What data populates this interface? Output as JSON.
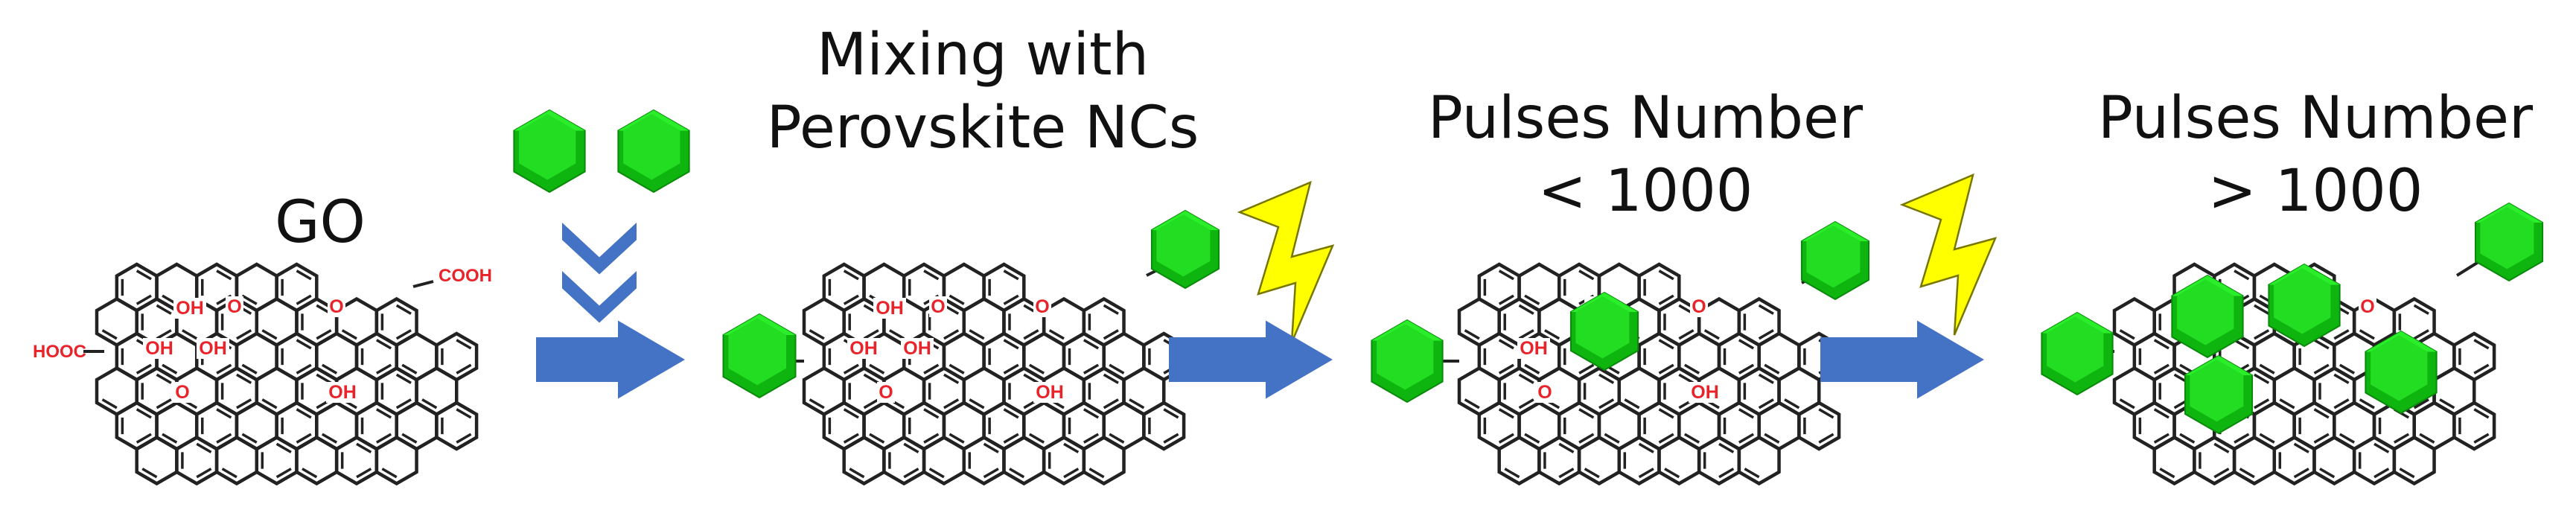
{
  "steps": [
    {
      "title_lines": [
        "GO"
      ]
    },
    {
      "title_lines": [
        "Mixing with",
        "Perovskite NCs"
      ]
    },
    {
      "title_lines": [
        "Pulses Number",
        "< 1000"
      ]
    },
    {
      "title_lines": [
        "Pulses Number",
        "> 1000"
      ]
    }
  ],
  "functional_groups": {
    "oh": "OH",
    "ether": "O",
    "cooh": "COOH",
    "hooc": "HOOC"
  },
  "colors": {
    "arrow": "#4472C4",
    "nanocrystal": "#22DD22",
    "lightning": "#FFFF00",
    "label": "#E8242A",
    "bond": "#222222"
  },
  "icons": [
    "perovskite-nc-icon",
    "down-chevron-icon",
    "process-arrow-icon",
    "laser-pulse-lightning-icon",
    "graphene-oxide-sheet"
  ]
}
